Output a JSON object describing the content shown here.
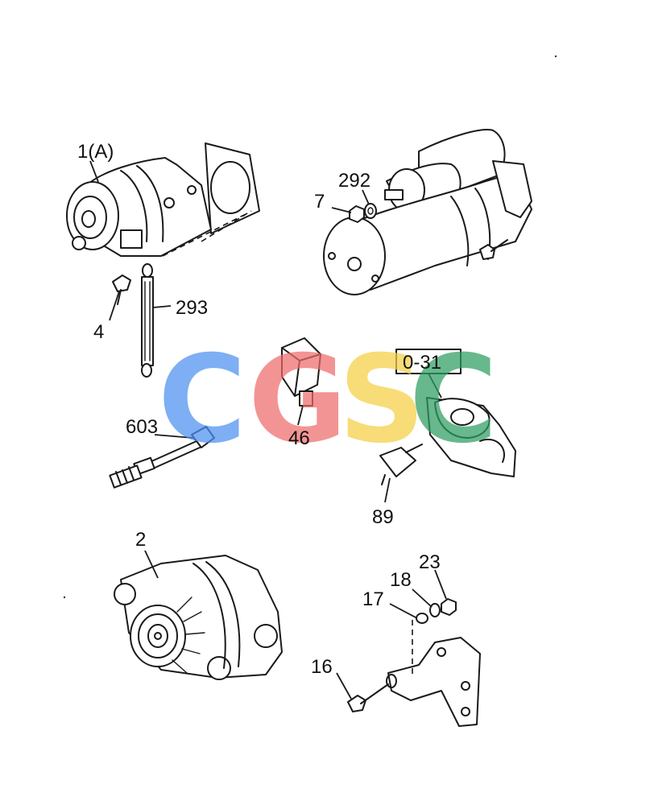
{
  "labels": {
    "starter_a": "1(A)",
    "bolt_4": "4",
    "cable_293": "293",
    "nut_7": "7",
    "washer_292": "292",
    "sensor_603": "603",
    "relay_46": "46",
    "ref_box": "0-31",
    "switch_89": "89",
    "alternator_2": "2",
    "bolt_16": "16",
    "washer_17": "17",
    "washer_18": "18",
    "nut_23": "23"
  },
  "watermark": {
    "letters": [
      "C",
      "G",
      "S",
      "C"
    ],
    "colors": [
      "#4d8ff0",
      "#ef6b6b",
      "#f6cf45",
      "#2f9e62"
    ]
  }
}
